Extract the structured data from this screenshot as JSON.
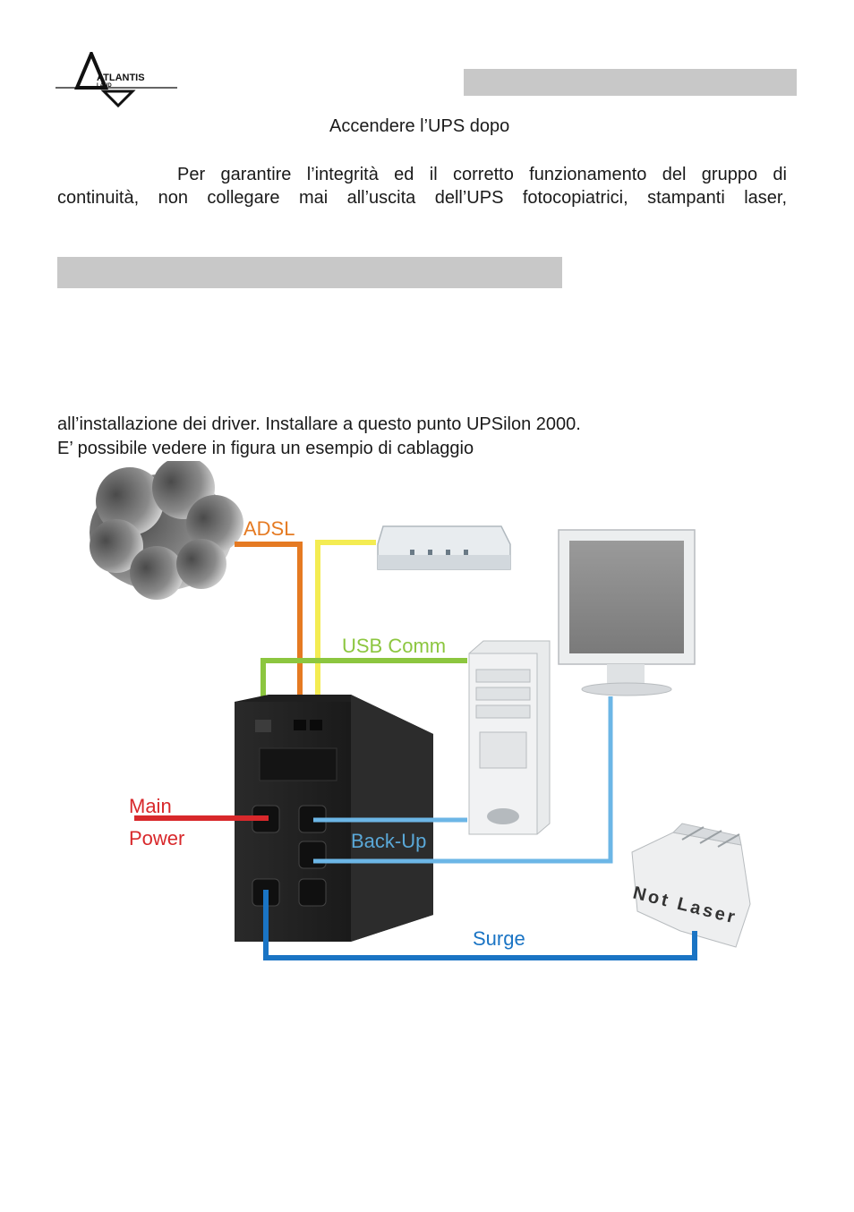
{
  "header": {
    "logo_text": "ATLANTIS",
    "logo_sub": "LAND"
  },
  "text": {
    "line_centered": "Accendere l’UPS dopo",
    "warning_line1": "Per garantire l’integrità ed il corretto funzionamento del gruppo di",
    "warning_line2": "continuità, non collegare mai all’uscita dell’UPS fotocopiatrici, stampanti laser,",
    "install_line1": "all’installazione dei driver. Installare a questo punto UPSilon 2000.",
    "install_line2": "E’ possibile vedere in figura  un esempio  di cablaggio"
  },
  "diagram": {
    "labels": {
      "adsl": "ADSL",
      "usb_comm": "USB Comm",
      "main": "Main",
      "power": "Power",
      "back_up": "Back-Up",
      "surge": "Surge",
      "not_laser": "Not Laser"
    },
    "colors": {
      "adsl": "#e57a22",
      "yellow": "#f4ec52",
      "usb": "#8cc63f",
      "main_power": "#d8282b",
      "backup": "#6cb6e6",
      "surge": "#1a74c4"
    }
  }
}
